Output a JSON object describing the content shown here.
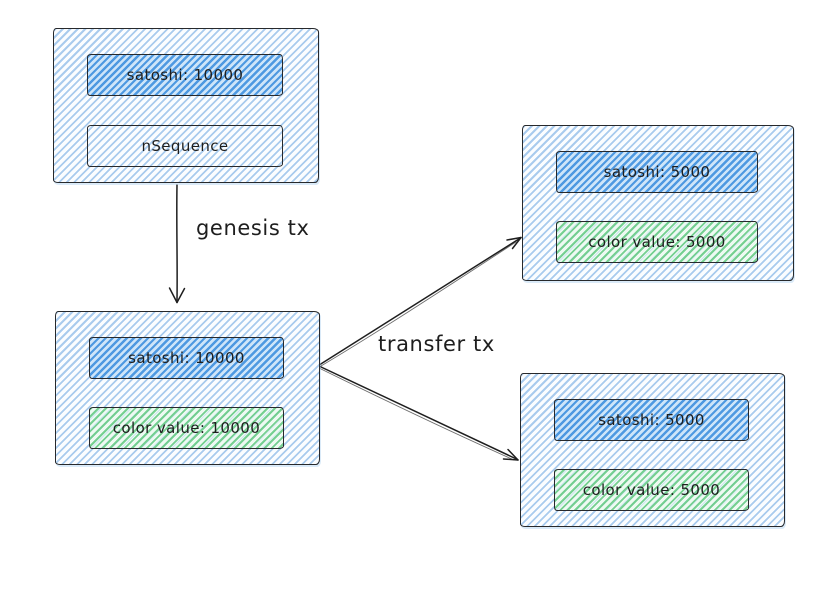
{
  "diagram": {
    "nodes": [
      {
        "name": "genesis-input-utxo",
        "fields": [
          {
            "label": "satoshi: 10000",
            "style": "blue"
          },
          {
            "label": "nSequence",
            "style": "plain"
          }
        ]
      },
      {
        "name": "genesis-output-utxo",
        "fields": [
          {
            "label": "satoshi: 10000",
            "style": "blue"
          },
          {
            "label": "color value: 10000",
            "style": "green"
          }
        ]
      },
      {
        "name": "transfer-output-1",
        "fields": [
          {
            "label": "satoshi: 5000",
            "style": "blue"
          },
          {
            "label": "color value: 5000",
            "style": "green"
          }
        ]
      },
      {
        "name": "transfer-output-2",
        "fields": [
          {
            "label": "satoshi: 5000",
            "style": "blue"
          },
          {
            "label": "color value: 5000",
            "style": "green"
          }
        ]
      }
    ],
    "edges": [
      {
        "name": "genesis-arrow",
        "label": "genesis tx"
      },
      {
        "name": "transfer-arrow",
        "label": "transfer tx"
      }
    ],
    "colors": {
      "stroke": "#1e1e1e",
      "outer_box_hatch": "#a5d8ff",
      "satoshi_field_hatch": "#4dabf7",
      "color_value_field_hatch": "#69db7c",
      "background": "#ffffff"
    }
  }
}
